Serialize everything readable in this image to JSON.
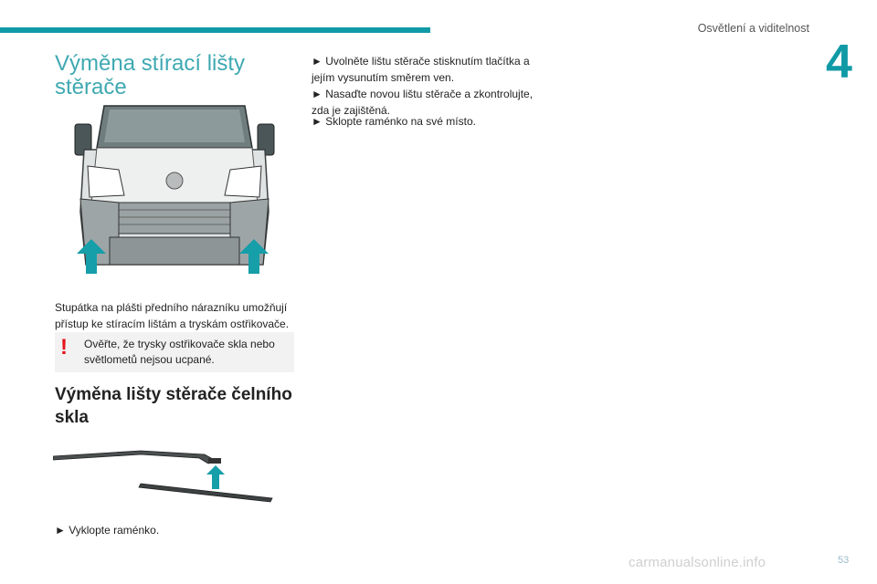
{
  "header": {
    "section": "Osvětlení a viditelnost",
    "chapter": "4"
  },
  "section": {
    "title": "Výměna stírací lišty stěrače"
  },
  "text": {
    "intro": "Stupátka na plášti předního nárazníku umožňují přístup ke stíracím lištám a tryskám ostřikovače.",
    "warning": "Ověřte, že trysky ostřikovače skla nebo světlometů nejsou ucpané.",
    "warning_mark": "!"
  },
  "subsection": {
    "title": "Výměna lišty stěrače čelního skla"
  },
  "steps": {
    "s1": "► Vyklopte raménko.",
    "s2": "► Uvolněte lištu stěrače stisknutím tlačítka a jejím vysunutím směrem ven.",
    "s3": "► Nasaďte novou lištu stěrače a zkontrolujte, zda je zajištěná.",
    "s4": "► Sklopte raménko na své místo."
  },
  "footer": {
    "page_number": "53",
    "watermark": "carmanualsonline.info"
  },
  "colors": {
    "accent": "#0f9aa6",
    "warning": "#e3131b",
    "arrow": "#169ea9"
  }
}
